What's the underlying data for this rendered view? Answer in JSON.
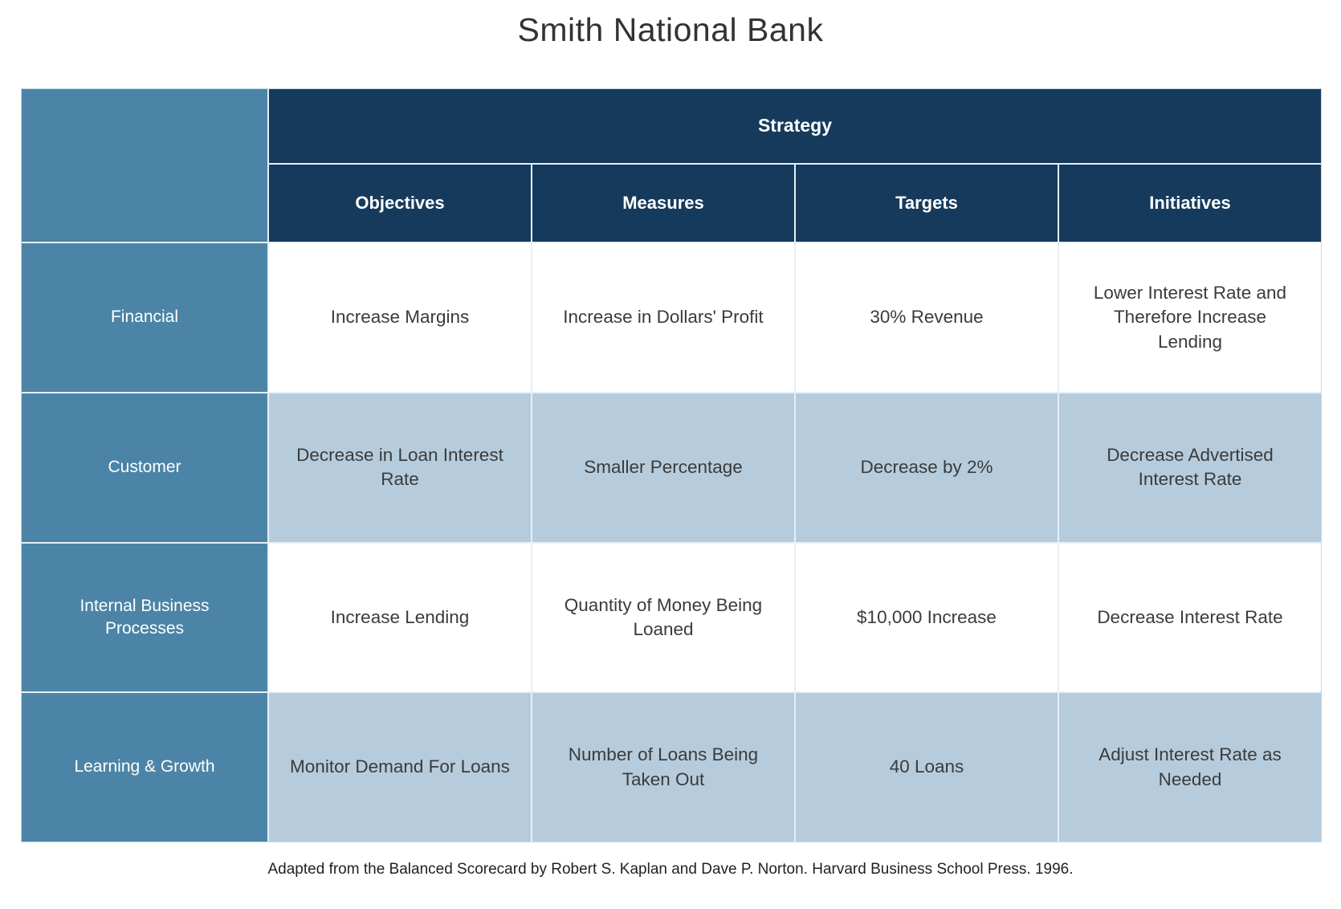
{
  "title": "Smith National Bank",
  "table": {
    "strategy_header": "Strategy",
    "column_headers": [
      "Objectives",
      "Measures",
      "Targets",
      "Initiatives"
    ],
    "rows": [
      {
        "perspective": "Financial",
        "objectives": "Increase Margins",
        "measures": "Increase in Dollars' Profit",
        "targets": "30% Revenue",
        "initiatives": "Lower Interest Rate and Therefore Increase Lending"
      },
      {
        "perspective": "Customer",
        "objectives": "Decrease in Loan Interest Rate",
        "measures": "Smaller Percentage",
        "targets": "Decrease by 2%",
        "initiatives": "Decrease Advertised Interest Rate"
      },
      {
        "perspective": "Internal Business Processes",
        "objectives": "Increase Lending",
        "measures": "Quantity of Money Being Loaned",
        "targets": "$10,000 Increase",
        "initiatives": "Decrease Interest Rate"
      },
      {
        "perspective": "Learning & Growth",
        "objectives": "Monitor Demand For Loans",
        "measures": "Number of Loans Being Taken Out",
        "targets": "40 Loans",
        "initiatives": "Adjust Interest Rate as Needed"
      }
    ]
  },
  "footer": "Adapted from the Balanced Scorecard by Robert S. Kaplan and Dave P. Norton. Harvard Business School Press. 1996.",
  "colors": {
    "header_navy": "#163a5c",
    "perspective_steel_blue": "#4b84a6",
    "row_alt_light_blue": "#b6ccdd",
    "row_white": "#ffffff",
    "text_dark": "#3b3b3b"
  }
}
